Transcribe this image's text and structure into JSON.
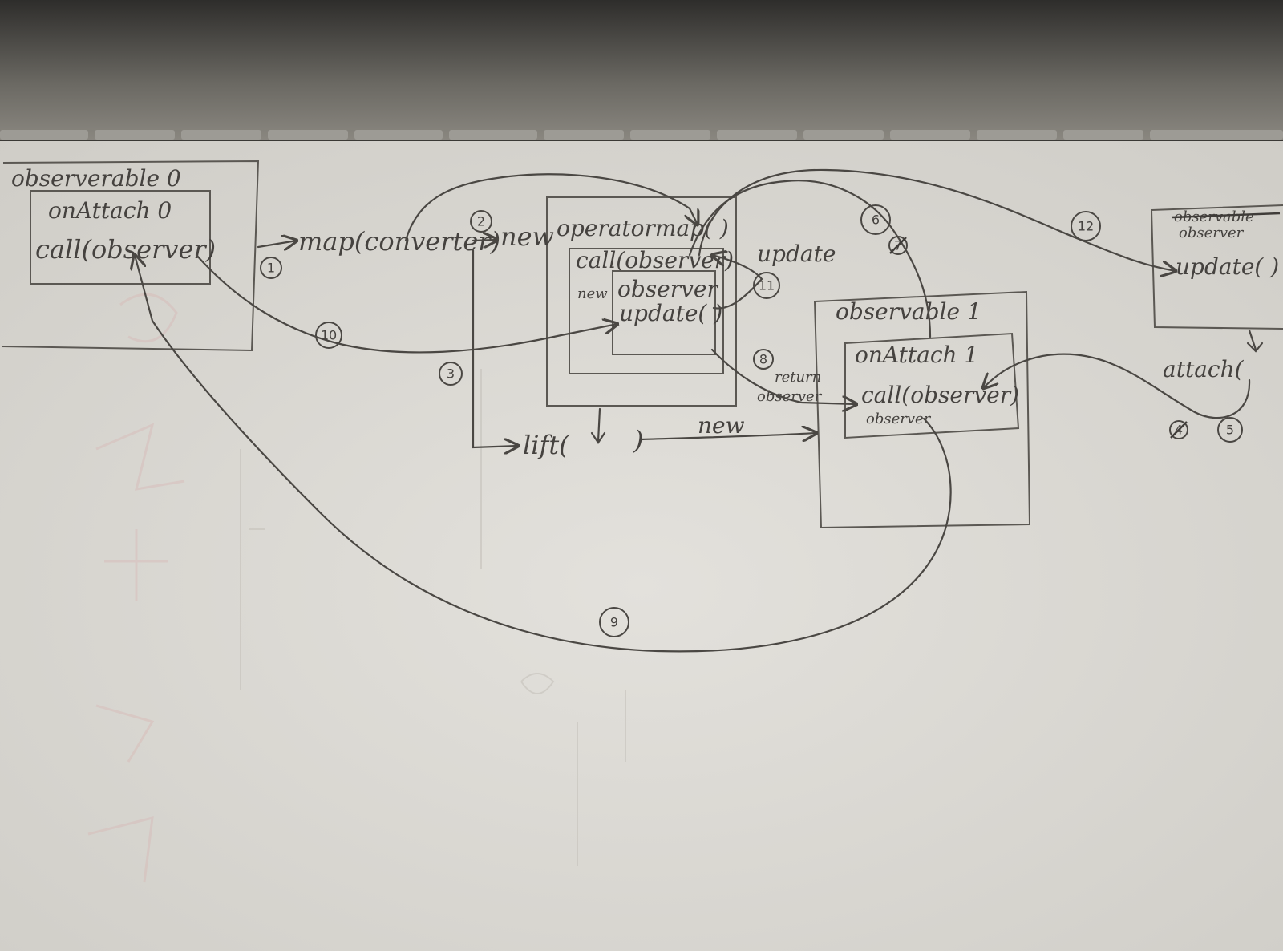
{
  "boxes": {
    "observable0": {
      "title": "observerable 0",
      "inner_title": "onAttach 0",
      "inner_call": "call(observer)"
    },
    "operatormap": {
      "title": "operatormap( )",
      "call": "call(observer)",
      "new_label": "new",
      "inner_title": "observer",
      "inner_update": "update( )"
    },
    "observable1": {
      "title": "observable 1",
      "inner_title": "onAttach 1",
      "inner_call": "call(observer)",
      "under_call": "observer"
    },
    "observer_right": {
      "title_struck": "observable",
      "title": "observer",
      "update": "update( )"
    }
  },
  "labels": {
    "map": "map(converter)",
    "new": "new",
    "lift": "lift(",
    "lift_close": ")",
    "new2": "new",
    "update": "update",
    "return_observer": "return",
    "return_observer_2": "observer",
    "attach": "attach("
  },
  "step_numbers": [
    "1",
    "2",
    "3",
    "4",
    "5",
    "6",
    "7",
    "8",
    "9",
    "10",
    "11",
    "12"
  ]
}
